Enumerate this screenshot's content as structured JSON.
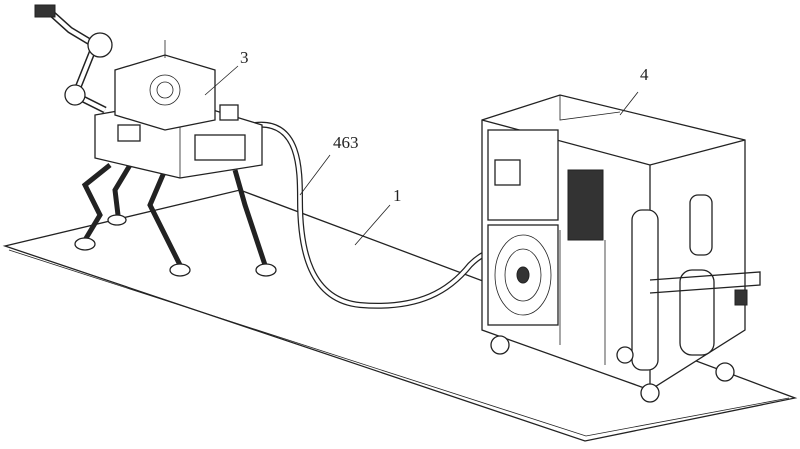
{
  "figure": {
    "labels": [
      {
        "id": "robot",
        "text": "3"
      },
      {
        "id": "hose",
        "text": "463"
      },
      {
        "id": "floor",
        "text": "1"
      },
      {
        "id": "cart",
        "text": "4"
      }
    ]
  }
}
